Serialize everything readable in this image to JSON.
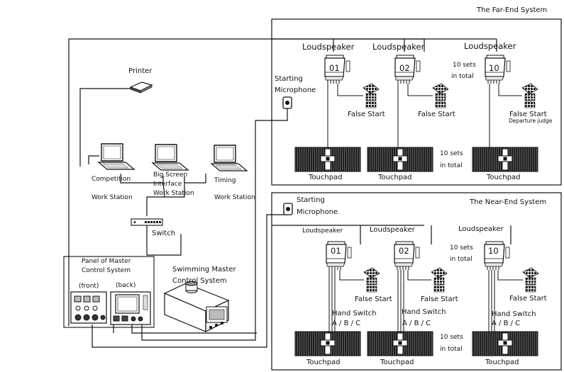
{
  "far_end": {
    "title": "The Far-End System",
    "loudspeaker": "Loudspeaker",
    "units": [
      "01",
      "02",
      "10"
    ],
    "sets_speakers": [
      "10 sets",
      "in total"
    ],
    "false_start": "False Start",
    "departure_judge": "Departure judge",
    "starting_mic": [
      "Starting",
      "Microphone"
    ],
    "sets_touchpads": [
      "10 sets",
      "in total"
    ],
    "touchpad": "Touchpad"
  },
  "near_end": {
    "title": "The Near-End System",
    "loudspeaker": "Loudspeaker",
    "units": [
      "01",
      "02",
      "10"
    ],
    "sets_speakers": [
      "10 sets",
      "in total"
    ],
    "false_start": "False Start",
    "hand_switch": "Hand Switch",
    "abc": "A / B / C",
    "starting_mic": [
      "Starting",
      "Microphone"
    ],
    "sets_touchpads": [
      "10 sets",
      "in total"
    ],
    "touchpad": "Touchpad"
  },
  "control_room": {
    "printer": "Printer",
    "competition": [
      "Competition",
      "Work Station"
    ],
    "big_screen": [
      "Big Screen",
      "Interface",
      "Work Station"
    ],
    "timing": [
      "Timing",
      "Work Station"
    ],
    "switch": "Switch",
    "panel": [
      "Panel of Master",
      "Control System"
    ],
    "front": "(front)",
    "back": "(back)",
    "master": [
      "Swimming  Master",
      "Control  System"
    ]
  }
}
